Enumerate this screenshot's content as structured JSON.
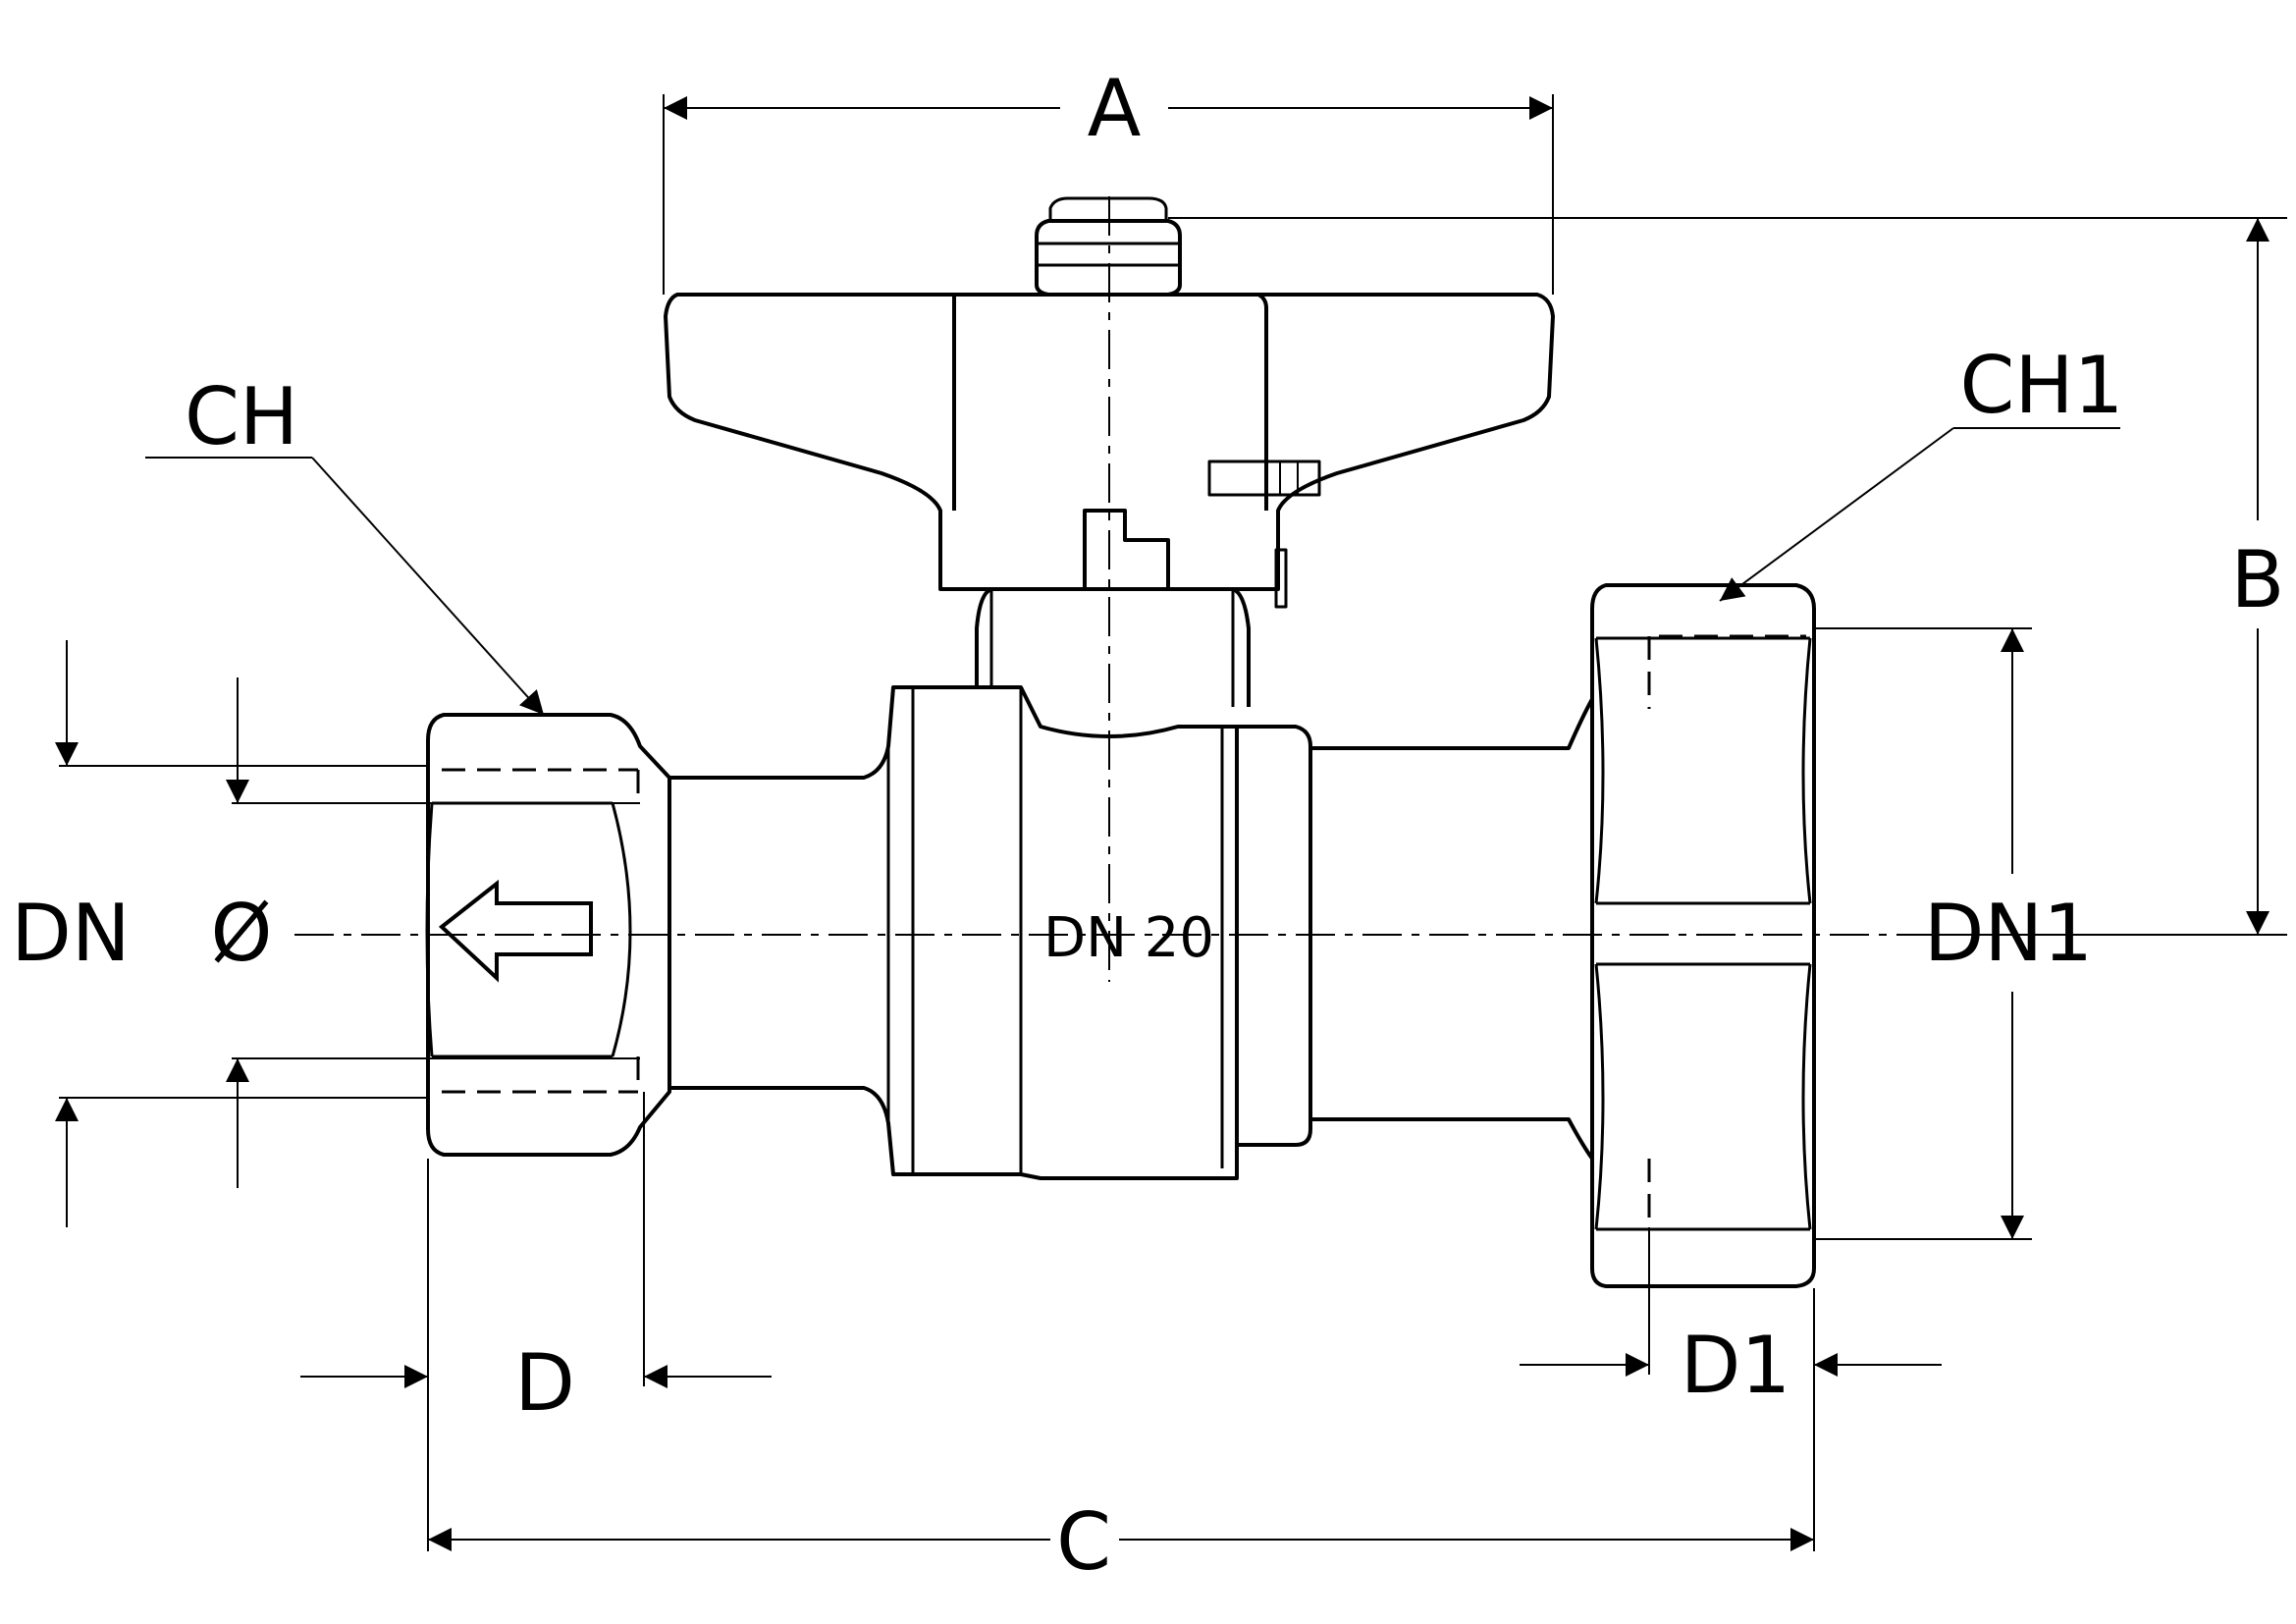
{
  "labels": {
    "A": "A",
    "B": "B",
    "C": "C",
    "D": "D",
    "D1": "D1",
    "CH": "CH",
    "CH1": "CH1",
    "DN": "DN",
    "DN1": "DN1",
    "phi": "Ø",
    "body_mark": "DN 20"
  },
  "colors": {
    "line": "#000000",
    "background": "#ffffff"
  }
}
